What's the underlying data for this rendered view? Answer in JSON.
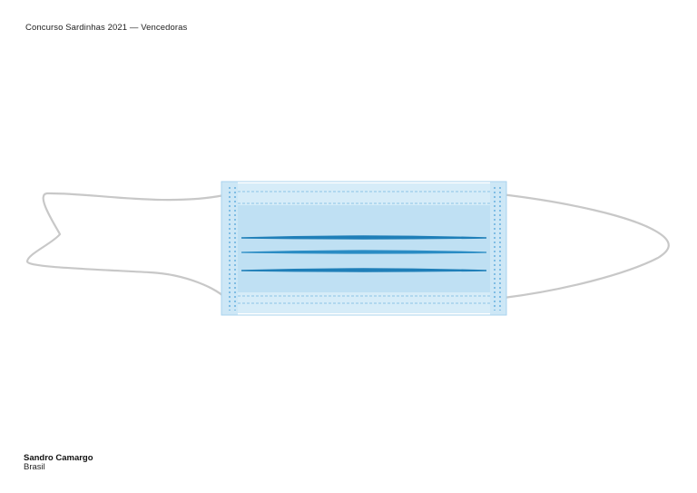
{
  "header": {
    "title": "Concurso Sardinhas 2021 — Vencedoras"
  },
  "artwork": {
    "subject": "mask-sardine-illustration",
    "colors": {
      "mask_fill": "#bfe0f3",
      "mask_border": "#a9d3ee",
      "pleat": "#1f7fb8",
      "ear_loop": "#c8c8c8",
      "dot": "#5bb4e0"
    }
  },
  "credit": {
    "author": "Sandro Camargo",
    "country": "Brasil"
  }
}
